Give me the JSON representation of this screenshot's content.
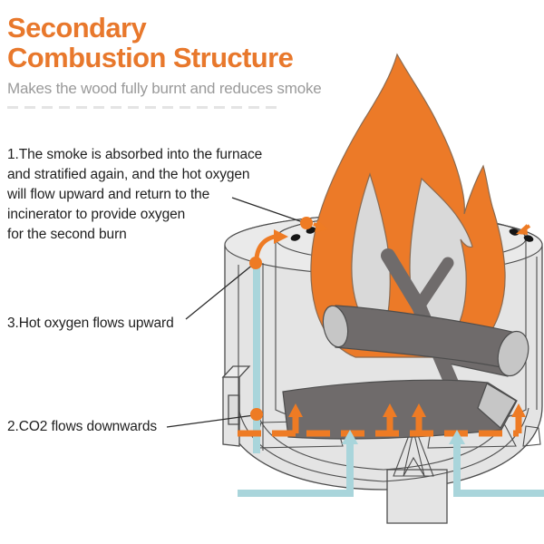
{
  "header": {
    "title_line1": "Secondary",
    "title_line2": "Combustion Structure",
    "subtitle": "Makes the wood fully burnt and reduces smoke"
  },
  "annotations": {
    "note1": "1.The smoke is absorbed into the furnace\nand stratified again, and the hot oxygen\nwill flow upward and return to the\nincinerator to provide oxygen\nfor the second burn",
    "note2": "2.CO2 flows downwards",
    "note3": "3.Hot oxygen flows upward"
  },
  "colors": {
    "title_orange": "#E8782C",
    "flame_orange": "#EC7A28",
    "airflow_orange": "#EE7B24",
    "airflow_blue": "#A9D5DB",
    "structure_light_gray": "#E4E4E4",
    "chamber_gray": "#D9D9D9",
    "log_dark_gray": "#6F6B6B",
    "log_end_gray": "#C6C6C6",
    "outline_gray": "#4D4D4D",
    "subtitle_gray": "#9A9A9A",
    "note_text_color": "#1F1F1F"
  }
}
